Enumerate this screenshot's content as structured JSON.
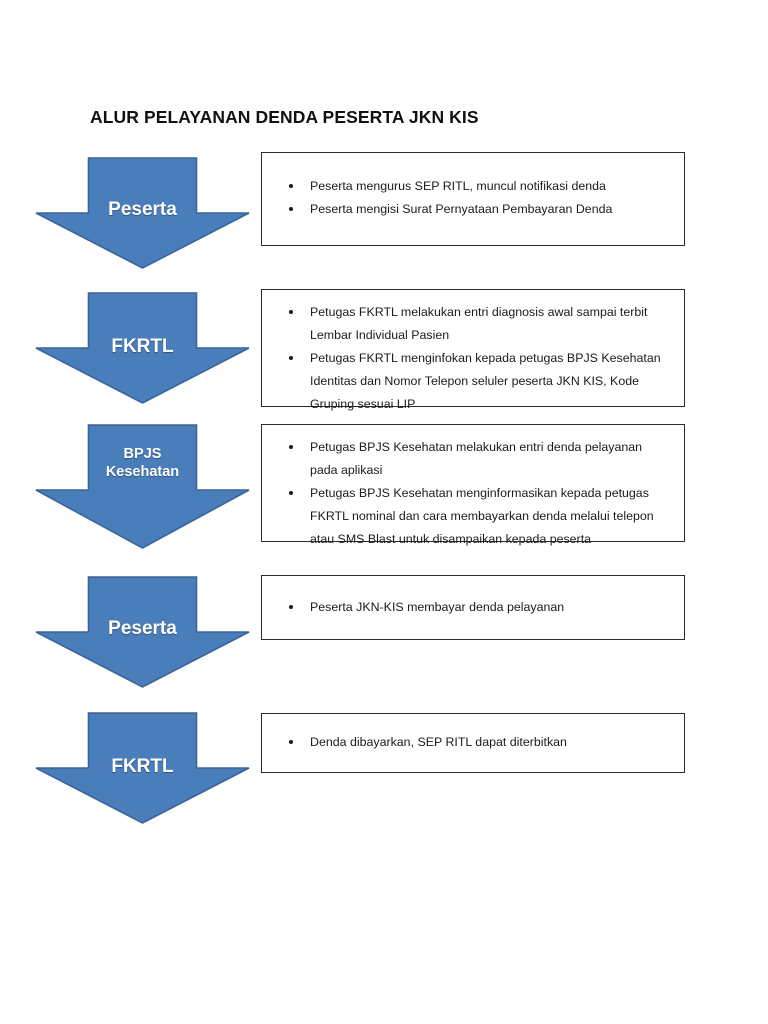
{
  "document": {
    "title": "ALUR PELAYANAN DENDA PESERTA JKN KIS"
  },
  "colors": {
    "arrow_fill": "#4a7ebb",
    "arrow_stroke": "#3a6398",
    "box_border": "#2b2b2b",
    "text": "#1b1b1b",
    "page_background": "#ffffff"
  },
  "flow": {
    "steps": [
      {
        "actor": "Peserta",
        "actor_lines": [
          "Peserta"
        ],
        "icon": "down-arrow-icon",
        "bullets": [
          "Peserta mengurus SEP RITL, muncul notifikasi denda",
          "Peserta mengisi Surat Pernyataan Pembayaran Denda"
        ]
      },
      {
        "actor": "FKRTL",
        "actor_lines": [
          "FKRTL"
        ],
        "icon": "down-arrow-icon",
        "bullets": [
          "Petugas FKRTL melakukan entri diagnosis awal sampai terbit Lembar Individual Pasien",
          "Petugas FKRTL menginfokan kepada petugas BPJS Kesehatan Identitas dan Nomor Telepon seluler peserta JKN KIS, Kode Gruping sesuai LIP"
        ]
      },
      {
        "actor": "BPJS Kesehatan",
        "actor_lines": [
          "BPJS",
          "Kesehatan"
        ],
        "icon": "down-arrow-icon",
        "bullets": [
          "Petugas BPJS Kesehatan melakukan entri denda pelayanan pada aplikasi",
          "Petugas BPJS Kesehatan menginformasikan kepada petugas FKRTL nominal dan cara membayarkan denda melalui telepon atau SMS Blast untuk disampaikan kepada peserta"
        ]
      },
      {
        "actor": "Peserta",
        "actor_lines": [
          "Peserta"
        ],
        "icon": "down-arrow-icon",
        "bullets": [
          "Peserta JKN-KIS membayar denda pelayanan"
        ]
      },
      {
        "actor": "FKRTL",
        "actor_lines": [
          "FKRTL"
        ],
        "icon": "down-arrow-icon",
        "bullets": [
          "Denda dibayarkan, SEP RITL dapat diterbitkan"
        ]
      }
    ]
  }
}
